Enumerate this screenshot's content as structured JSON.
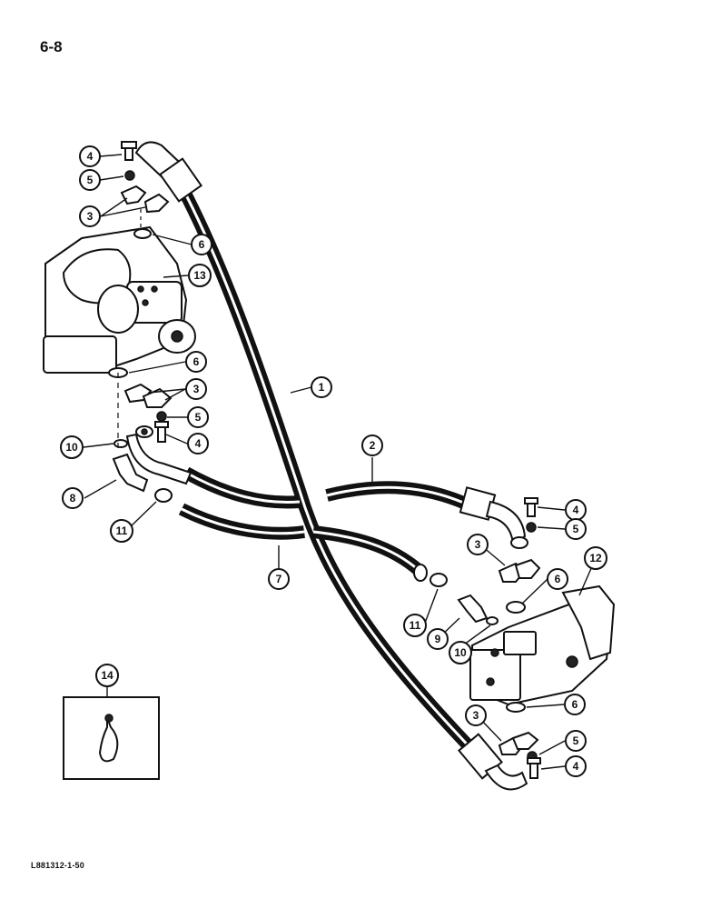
{
  "page_number": "6-8",
  "document_code": "L881312-1-50",
  "callouts": {
    "c1": "1",
    "c2": "2",
    "c3a": "3",
    "c3b": "3",
    "c3c": "3",
    "c3d": "3",
    "c4a": "4",
    "c4b": "4",
    "c4c": "4",
    "c4d": "4",
    "c5a": "5",
    "c5b": "5",
    "c5c": "5",
    "c5d": "5",
    "c6a": "6",
    "c6b": "6",
    "c6c": "6",
    "c6d": "6",
    "c7": "7",
    "c8": "8",
    "c9": "9",
    "c10a": "10",
    "c10b": "10",
    "c11a": "11",
    "c11b": "11",
    "c12": "12",
    "c13": "13",
    "c14": "14"
  },
  "icons": [
    "pump-assembly",
    "motor-assembly",
    "hose",
    "fitting",
    "bolt",
    "washer",
    "o-ring",
    "clamp",
    "strap"
  ]
}
